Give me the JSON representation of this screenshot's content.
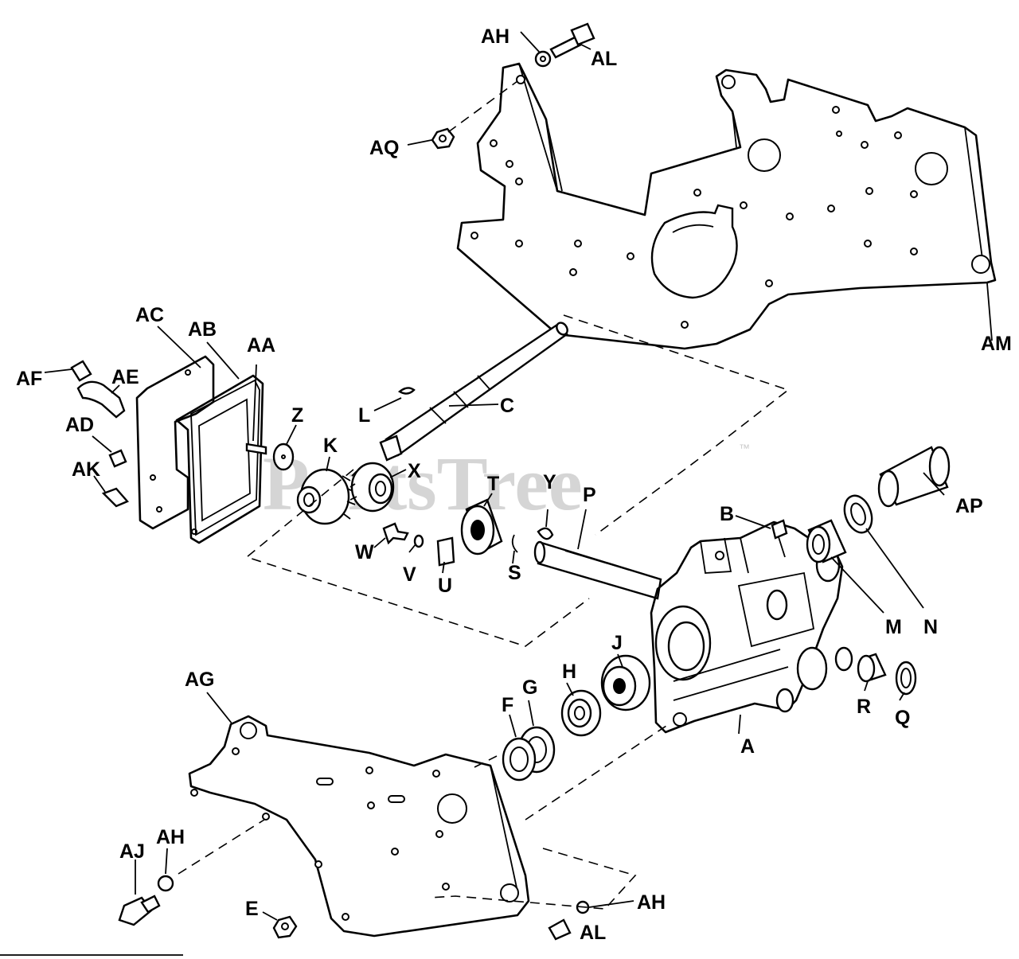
{
  "watermark": {
    "text": "PartsTree",
    "trademark": "™"
  },
  "callouts": {
    "AH_top": "AH",
    "AL_top": "AL",
    "AQ": "AQ",
    "AM": "AM",
    "AC": "AC",
    "AB": "AB",
    "AA": "AA",
    "AF": "AF",
    "AE": "AE",
    "AD": "AD",
    "AK": "AK",
    "Z": "Z",
    "K": "K",
    "L": "L",
    "C": "C",
    "X": "X",
    "T": "T",
    "Y": "Y",
    "P": "P",
    "AP": "AP",
    "B": "B",
    "W": "W",
    "V": "V",
    "U": "U",
    "S": "S",
    "M": "M",
    "N": "N",
    "J": "J",
    "H": "H",
    "G": "G",
    "F": "F",
    "R": "R",
    "Q": "Q",
    "A": "A",
    "AG": "AG",
    "AJ": "AJ",
    "AH_left": "AH",
    "E": "E",
    "AH_bottom": "AH",
    "AL_bottom": "AL"
  }
}
